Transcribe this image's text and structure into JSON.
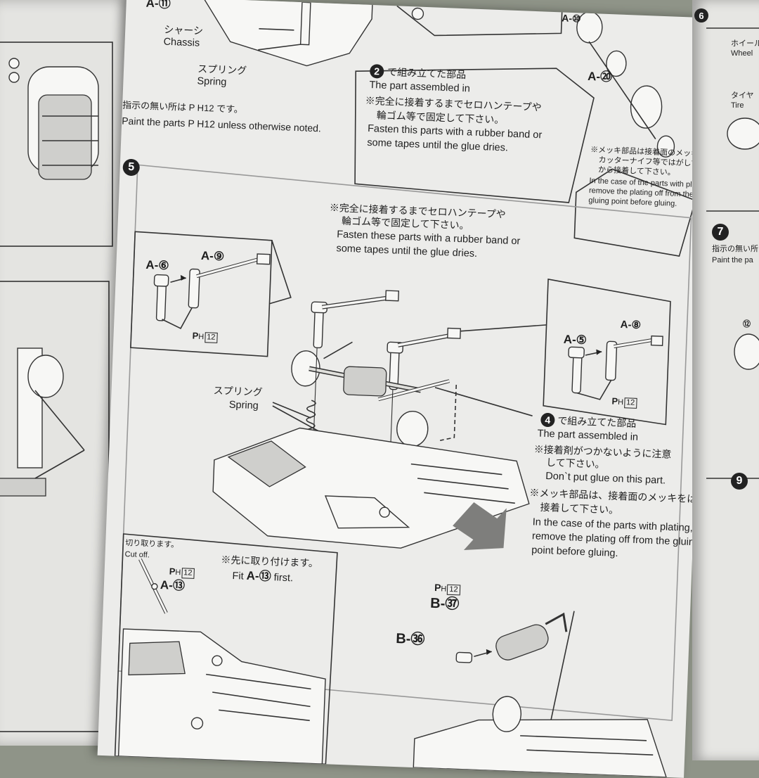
{
  "top_section": {
    "chassis_label_jp": "シャーシ",
    "chassis_label_en": "Chassis",
    "spring_label_jp": "スプリング",
    "spring_label_en": "Spring",
    "paint_note_jp": "指示の無い所は P H12 です。",
    "paint_note_en": "Paint the parts P H12 unless otherwise noted.",
    "part_a11": "A-⑪",
    "part_a10": "A-⑩",
    "part_a20": "A-⑳",
    "step2_ref_jp": "で組み立てた部品",
    "step2_ref_en": "The part assembled in",
    "step2_num": "2",
    "fasten_note_jp_1": "※完全に接着するまでセロハンテープや",
    "fasten_note_jp_2": "輪ゴム等で固定して下さい。",
    "fasten_note_en_1": "Fasten this parts with a rubber band or",
    "fasten_note_en_2": "some tapes until the glue dries.",
    "plating_note_jp_1": "※メッキ部品は接着面のメッキを",
    "plating_note_jp_2": "カッターナイフ等ではがして",
    "plating_note_jp_3": "から接着して下さい。",
    "plating_note_en_1": "In the case of the parts with plating,",
    "plating_note_en_2": "remove the plating off from the",
    "plating_note_en_3": "gluing point before gluing."
  },
  "step5": {
    "step_num": "5",
    "fasten_jp_1": "※完全に接着するまでセロハンテープや",
    "fasten_jp_2": "輪ゴム等で固定して下さい。",
    "fasten_en_1": "Fasten these parts with a rubber band or",
    "fasten_en_2": "some tapes until the glue dries.",
    "inset_left": {
      "part_a": "A-⑥",
      "part_b": "A-⑨",
      "paint": "P",
      "paint_sub": "H",
      "paint_num": "12"
    },
    "inset_right": {
      "part_a": "A-⑤",
      "part_b": "A-⑧",
      "paint": "P",
      "paint_sub": "H",
      "paint_num": "12"
    },
    "spring_jp": "スプリング",
    "spring_en": "Spring",
    "step4_ref_jp": "で組み立てた部品",
    "step4_ref_en": "The part assembled in",
    "step4_num": "4",
    "glue_note_jp_1": "※接着剤がつかないように注意",
    "glue_note_jp_2": "して下さい。",
    "glue_note_en": "Don`t put glue on this part.",
    "plating_jp_1": "※メッキ部品は、接着面のメッキをはがしてから",
    "plating_jp_2": "接着して下さい。",
    "plating_en_1": "In the case of the parts with plating,",
    "plating_en_2": "remove the  plating off from the gluing",
    "plating_en_3": "point before gluing."
  },
  "bottom_left": {
    "cutoff_jp": "切り取ります。",
    "cutoff_en": "Cut off.",
    "fit_jp": "※先に取り付けます。",
    "fit_en_pre": "Fit",
    "fit_part": "A-⑬",
    "fit_en_post": "first.",
    "part": "A-⑬",
    "paint": "P",
    "paint_sub": "H",
    "paint_num": "12"
  },
  "bottom_right": {
    "paint": "P",
    "paint_sub": "H",
    "paint_num": "12",
    "part_b37": "B-㊲",
    "part_b36": "B-㊱"
  },
  "right_page": {
    "step6": "6",
    "step7": "7",
    "step9": "9",
    "wheel_jp": "ホイール",
    "wheel_en": "Wheel",
    "tire_jp": "タイヤ",
    "tire_en": "Tire",
    "paint_note": "指示の無い所",
    "paint_note_en": "Paint the pa",
    "part_12": "⑫"
  }
}
